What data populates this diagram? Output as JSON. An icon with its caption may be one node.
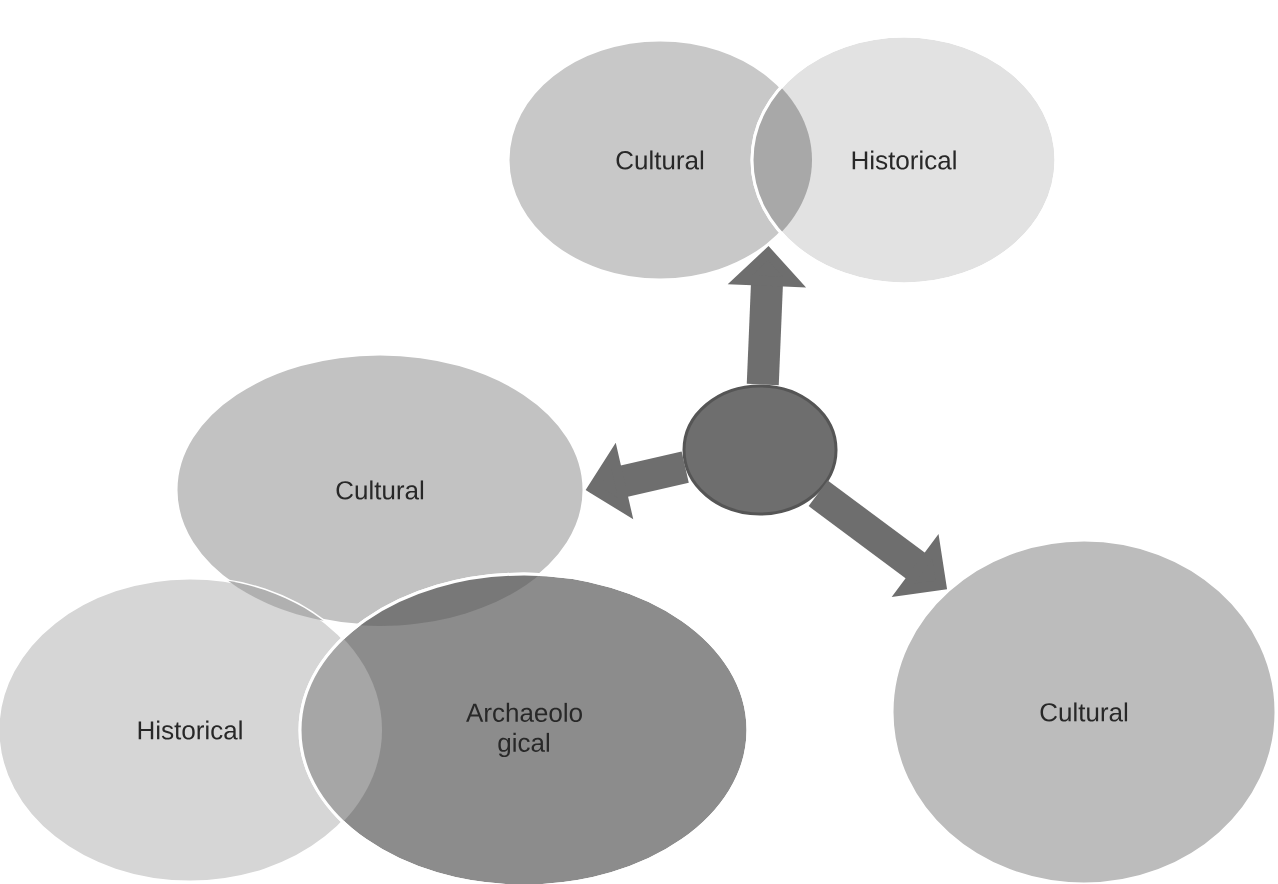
{
  "diagram": {
    "nodes": [
      {
        "text": [
          "Cultural"
        ]
      },
      {
        "text": [
          "Historical"
        ]
      },
      {
        "text": [],
        "shape": "circle"
      },
      {
        "text": [
          "Cultural"
        ]
      },
      {
        "text": [
          "Historical"
        ]
      },
      {
        "text": [
          "Archaeolo gical"
        ]
      },
      {
        "text": [
          "Cultural"
        ]
      }
    ],
    "edges": [
      {
        "from": 2,
        "to": 0,
        "arrow": "to"
      },
      {
        "from": 2,
        "to": 3,
        "arrow": "to"
      },
      {
        "from": 2,
        "to": 6,
        "arrow": "to"
      }
    ]
  }
}
